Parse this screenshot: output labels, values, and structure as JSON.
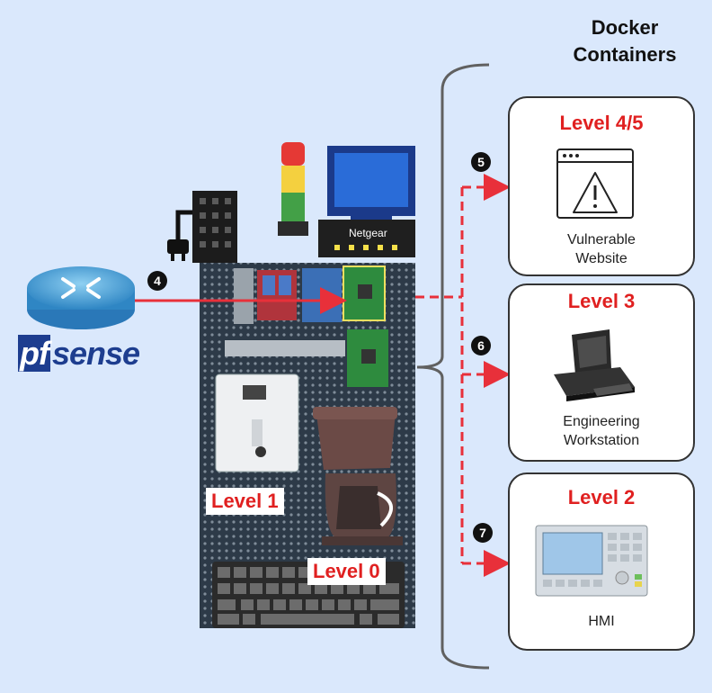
{
  "header": {
    "line1": "Docker",
    "line2": "Containers"
  },
  "router": {
    "brand": "pfsense",
    "brand_prefix": "pf",
    "brand_suffix": "sense"
  },
  "devices": {
    "netgear": "Netgear"
  },
  "levels": {
    "level1": "Level 1",
    "level0": "Level 0"
  },
  "steps": {
    "s4": "4",
    "s5": "5",
    "s6": "6",
    "s7": "7"
  },
  "cards": [
    {
      "title": "Level 4/5",
      "line1": "Vulnerable",
      "line2": "Website"
    },
    {
      "title": "Level 3",
      "line1": "Engineering",
      "line2": "Workstation"
    },
    {
      "title": "Level 2",
      "line1": "HMI",
      "line2": ""
    }
  ],
  "colors": {
    "background": "#dae8fc",
    "accent_red": "#e02020",
    "board": "#2d3a48"
  }
}
